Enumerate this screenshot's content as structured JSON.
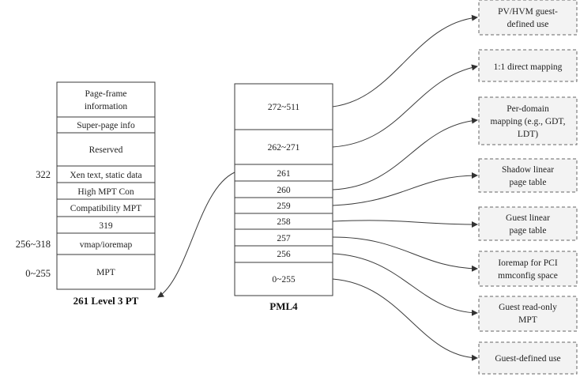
{
  "level3": {
    "caption": "261 Level 3 PT",
    "cells": [
      [
        "Page-frame",
        "information"
      ],
      [
        "Super-page info"
      ],
      [
        "Reserved"
      ],
      [
        "Xen text, static data"
      ],
      [
        "High MPT Con"
      ],
      [
        "Compatibility MPT"
      ],
      [
        "319"
      ],
      [
        "vmap/ioremap"
      ],
      [
        "MPT"
      ]
    ],
    "side_labels": {
      "xen_text": "322",
      "vmap": "256~318",
      "mpt": "0~255"
    }
  },
  "pml4": {
    "caption": "PML4",
    "cells": [
      "272~511",
      "262~271",
      "261",
      "260",
      "259",
      "258",
      "257",
      "256",
      "0~255"
    ]
  },
  "usage_boxes": [
    [
      "PV/HVM guest-",
      "defined use"
    ],
    [
      "1:1 direct mapping"
    ],
    [
      "Per-domain",
      "mapping (e.g., GDT,",
      "LDT)"
    ],
    [
      "Shadow linear",
      "page table"
    ],
    [
      "Guest linear",
      "page table"
    ],
    [
      "Ioremap for PCI",
      "mmconfig space"
    ],
    [
      "Guest read-only",
      "MPT"
    ],
    [
      "Guest-defined use"
    ]
  ]
}
